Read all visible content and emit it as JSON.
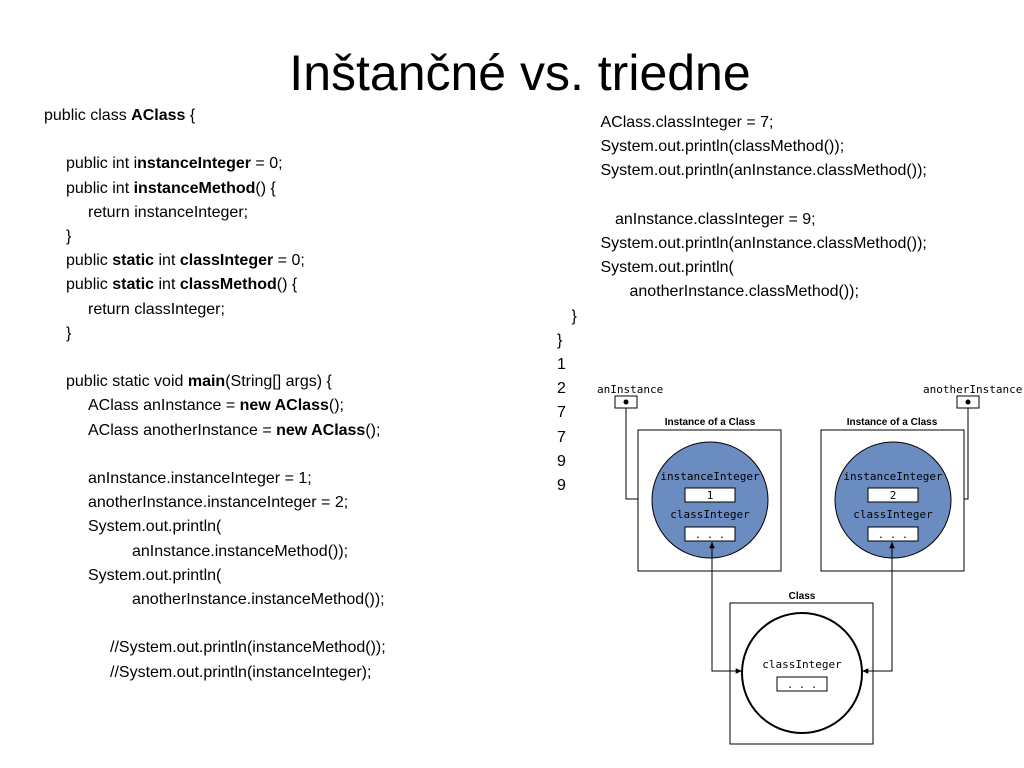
{
  "title": "Inštančné vs. triedne",
  "left_code": [
    {
      "indent": 0,
      "parts": [
        {
          "t": "public class "
        },
        {
          "t": "AClass",
          "b": true
        },
        {
          "t": " {"
        }
      ]
    },
    {
      "indent": 0,
      "parts": []
    },
    {
      "indent": 1,
      "parts": [
        {
          "t": "public int i"
        },
        {
          "t": "nstanceInteger",
          "b": true
        },
        {
          "t": " = 0;"
        }
      ]
    },
    {
      "indent": 1,
      "parts": [
        {
          "t": "public int "
        },
        {
          "t": "instanceMethod",
          "b": true
        },
        {
          "t": "() {"
        }
      ]
    },
    {
      "indent": 2,
      "parts": [
        {
          "t": "return instanceInteger;"
        }
      ]
    },
    {
      "indent": 1,
      "parts": [
        {
          "t": "}"
        }
      ]
    },
    {
      "indent": 1,
      "parts": [
        {
          "t": "public "
        },
        {
          "t": "static",
          "b": true
        },
        {
          "t": " int "
        },
        {
          "t": "classInteger",
          "b": true
        },
        {
          "t": " = 0;"
        }
      ]
    },
    {
      "indent": 1,
      "parts": [
        {
          "t": "public "
        },
        {
          "t": "static",
          "b": true
        },
        {
          "t": " int "
        },
        {
          "t": "classMethod",
          "b": true
        },
        {
          "t": "() {"
        }
      ]
    },
    {
      "indent": 2,
      "parts": [
        {
          "t": "return classInteger;"
        }
      ]
    },
    {
      "indent": 1,
      "parts": [
        {
          "t": "}"
        }
      ]
    },
    {
      "indent": 0,
      "parts": []
    },
    {
      "indent": 1,
      "parts": [
        {
          "t": "public static void "
        },
        {
          "t": "main",
          "b": true
        },
        {
          "t": "(String[] args) {"
        }
      ]
    },
    {
      "indent": 2,
      "parts": [
        {
          "t": "AClass anInstance = "
        },
        {
          "t": "new AClass",
          "b": true
        },
        {
          "t": "();"
        }
      ]
    },
    {
      "indent": 2,
      "parts": [
        {
          "t": "AClass anotherInstance = "
        },
        {
          "t": "new AClass",
          "b": true
        },
        {
          "t": "();"
        }
      ]
    },
    {
      "indent": 0,
      "parts": []
    },
    {
      "indent": 2,
      "parts": [
        {
          "t": "anInstance.instanceInteger = 1;"
        }
      ]
    },
    {
      "indent": 2,
      "parts": [
        {
          "t": "anotherInstance.instanceInteger = 2;"
        }
      ]
    },
    {
      "indent": 2,
      "parts": [
        {
          "t": "System.out.println("
        }
      ]
    },
    {
      "indent": 4,
      "parts": [
        {
          "t": "anInstance.instanceMethod());"
        }
      ]
    },
    {
      "indent": 2,
      "parts": [
        {
          "t": "System.out.println("
        }
      ]
    },
    {
      "indent": 4,
      "parts": [
        {
          "t": "anotherInstance.instanceMethod());"
        }
      ]
    },
    {
      "indent": 0,
      "parts": []
    },
    {
      "indent": 3,
      "parts": [
        {
          "t": "//System.out.println(instanceMethod());"
        }
      ]
    },
    {
      "indent": 3,
      "parts": [
        {
          "t": "//System.out.println(instanceInteger);"
        }
      ]
    }
  ],
  "right_code": [
    {
      "indent": 3,
      "parts": [
        {
          "t": "AClass.classInteger = 7;"
        }
      ]
    },
    {
      "indent": 3,
      "parts": [
        {
          "t": "System.out.println(classMethod());"
        }
      ]
    },
    {
      "indent": 3,
      "parts": [
        {
          "t": "System.out.println(anInstance.classMethod());"
        }
      ]
    },
    {
      "indent": 0,
      "parts": []
    },
    {
      "indent": 4,
      "parts": [
        {
          "t": "anInstance.classInteger = 9;"
        }
      ]
    },
    {
      "indent": 3,
      "parts": [
        {
          "t": "System.out.println(anInstance.classMethod());"
        }
      ]
    },
    {
      "indent": 3,
      "parts": [
        {
          "t": "System.out.println("
        }
      ]
    },
    {
      "indent": 5,
      "parts": [
        {
          "t": "anotherInstance.classMethod());"
        }
      ]
    },
    {
      "indent": 1,
      "parts": [
        {
          "t": "}"
        }
      ]
    },
    {
      "indent": 0,
      "parts": [
        {
          "t": "}"
        }
      ]
    },
    {
      "indent": 0,
      "parts": [
        {
          "t": "1"
        }
      ]
    },
    {
      "indent": 0,
      "parts": [
        {
          "t": "2"
        }
      ]
    },
    {
      "indent": 0,
      "parts": [
        {
          "t": "7"
        }
      ]
    },
    {
      "indent": 0,
      "parts": [
        {
          "t": "7"
        }
      ]
    },
    {
      "indent": 0,
      "parts": [
        {
          "t": "9"
        }
      ]
    },
    {
      "indent": 0,
      "parts": [
        {
          "t": "9"
        }
      ]
    }
  ],
  "diagram": {
    "ref_left": "anInstance",
    "ref_right": "anotherInstance",
    "instance_box_title": "Instance of a Class",
    "class_box_title": "Class",
    "field_instance": "instanceInteger",
    "field_class": "classInteger",
    "left_instance_value": "1",
    "right_instance_value": "2",
    "ellipsis": ". . .",
    "circle_fill": "#6b8cc0"
  }
}
